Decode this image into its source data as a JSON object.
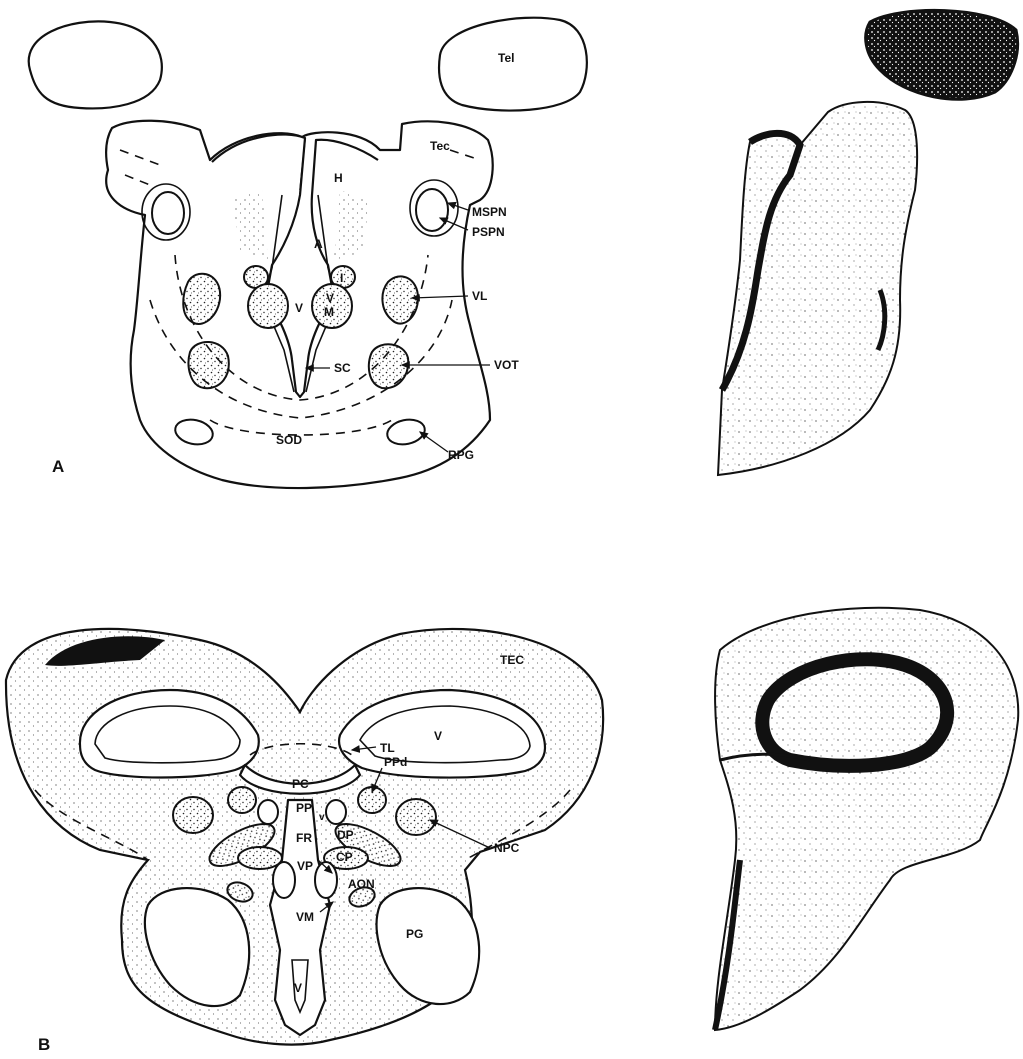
{
  "figure": {
    "panel_a": {
      "letter": "A",
      "labels": {
        "tel": "Tel",
        "tec": "Tec",
        "h": "H",
        "a": "A",
        "i": "I",
        "v": "V",
        "vm_v": "V",
        "vm_m": "M",
        "mspn": "MSPN",
        "pspn": "PSPN",
        "vl": "VL",
        "sc": "SC",
        "vot": "VOT",
        "sod": "SOD",
        "rpg": "RPG"
      }
    },
    "panel_b": {
      "letter": "B",
      "labels": {
        "tec": "TEC",
        "v_upper": "V",
        "tl": "TL",
        "pc": "PC",
        "ppd": "PPd",
        "pp": "PP",
        "pp_sub": "v",
        "fr": "FR",
        "dp": "DP",
        "cp": "CP",
        "vp": "VP",
        "aon": "AON",
        "vm": "VM",
        "npc": "NPC",
        "pg": "PG",
        "v_lower": "V"
      }
    }
  }
}
